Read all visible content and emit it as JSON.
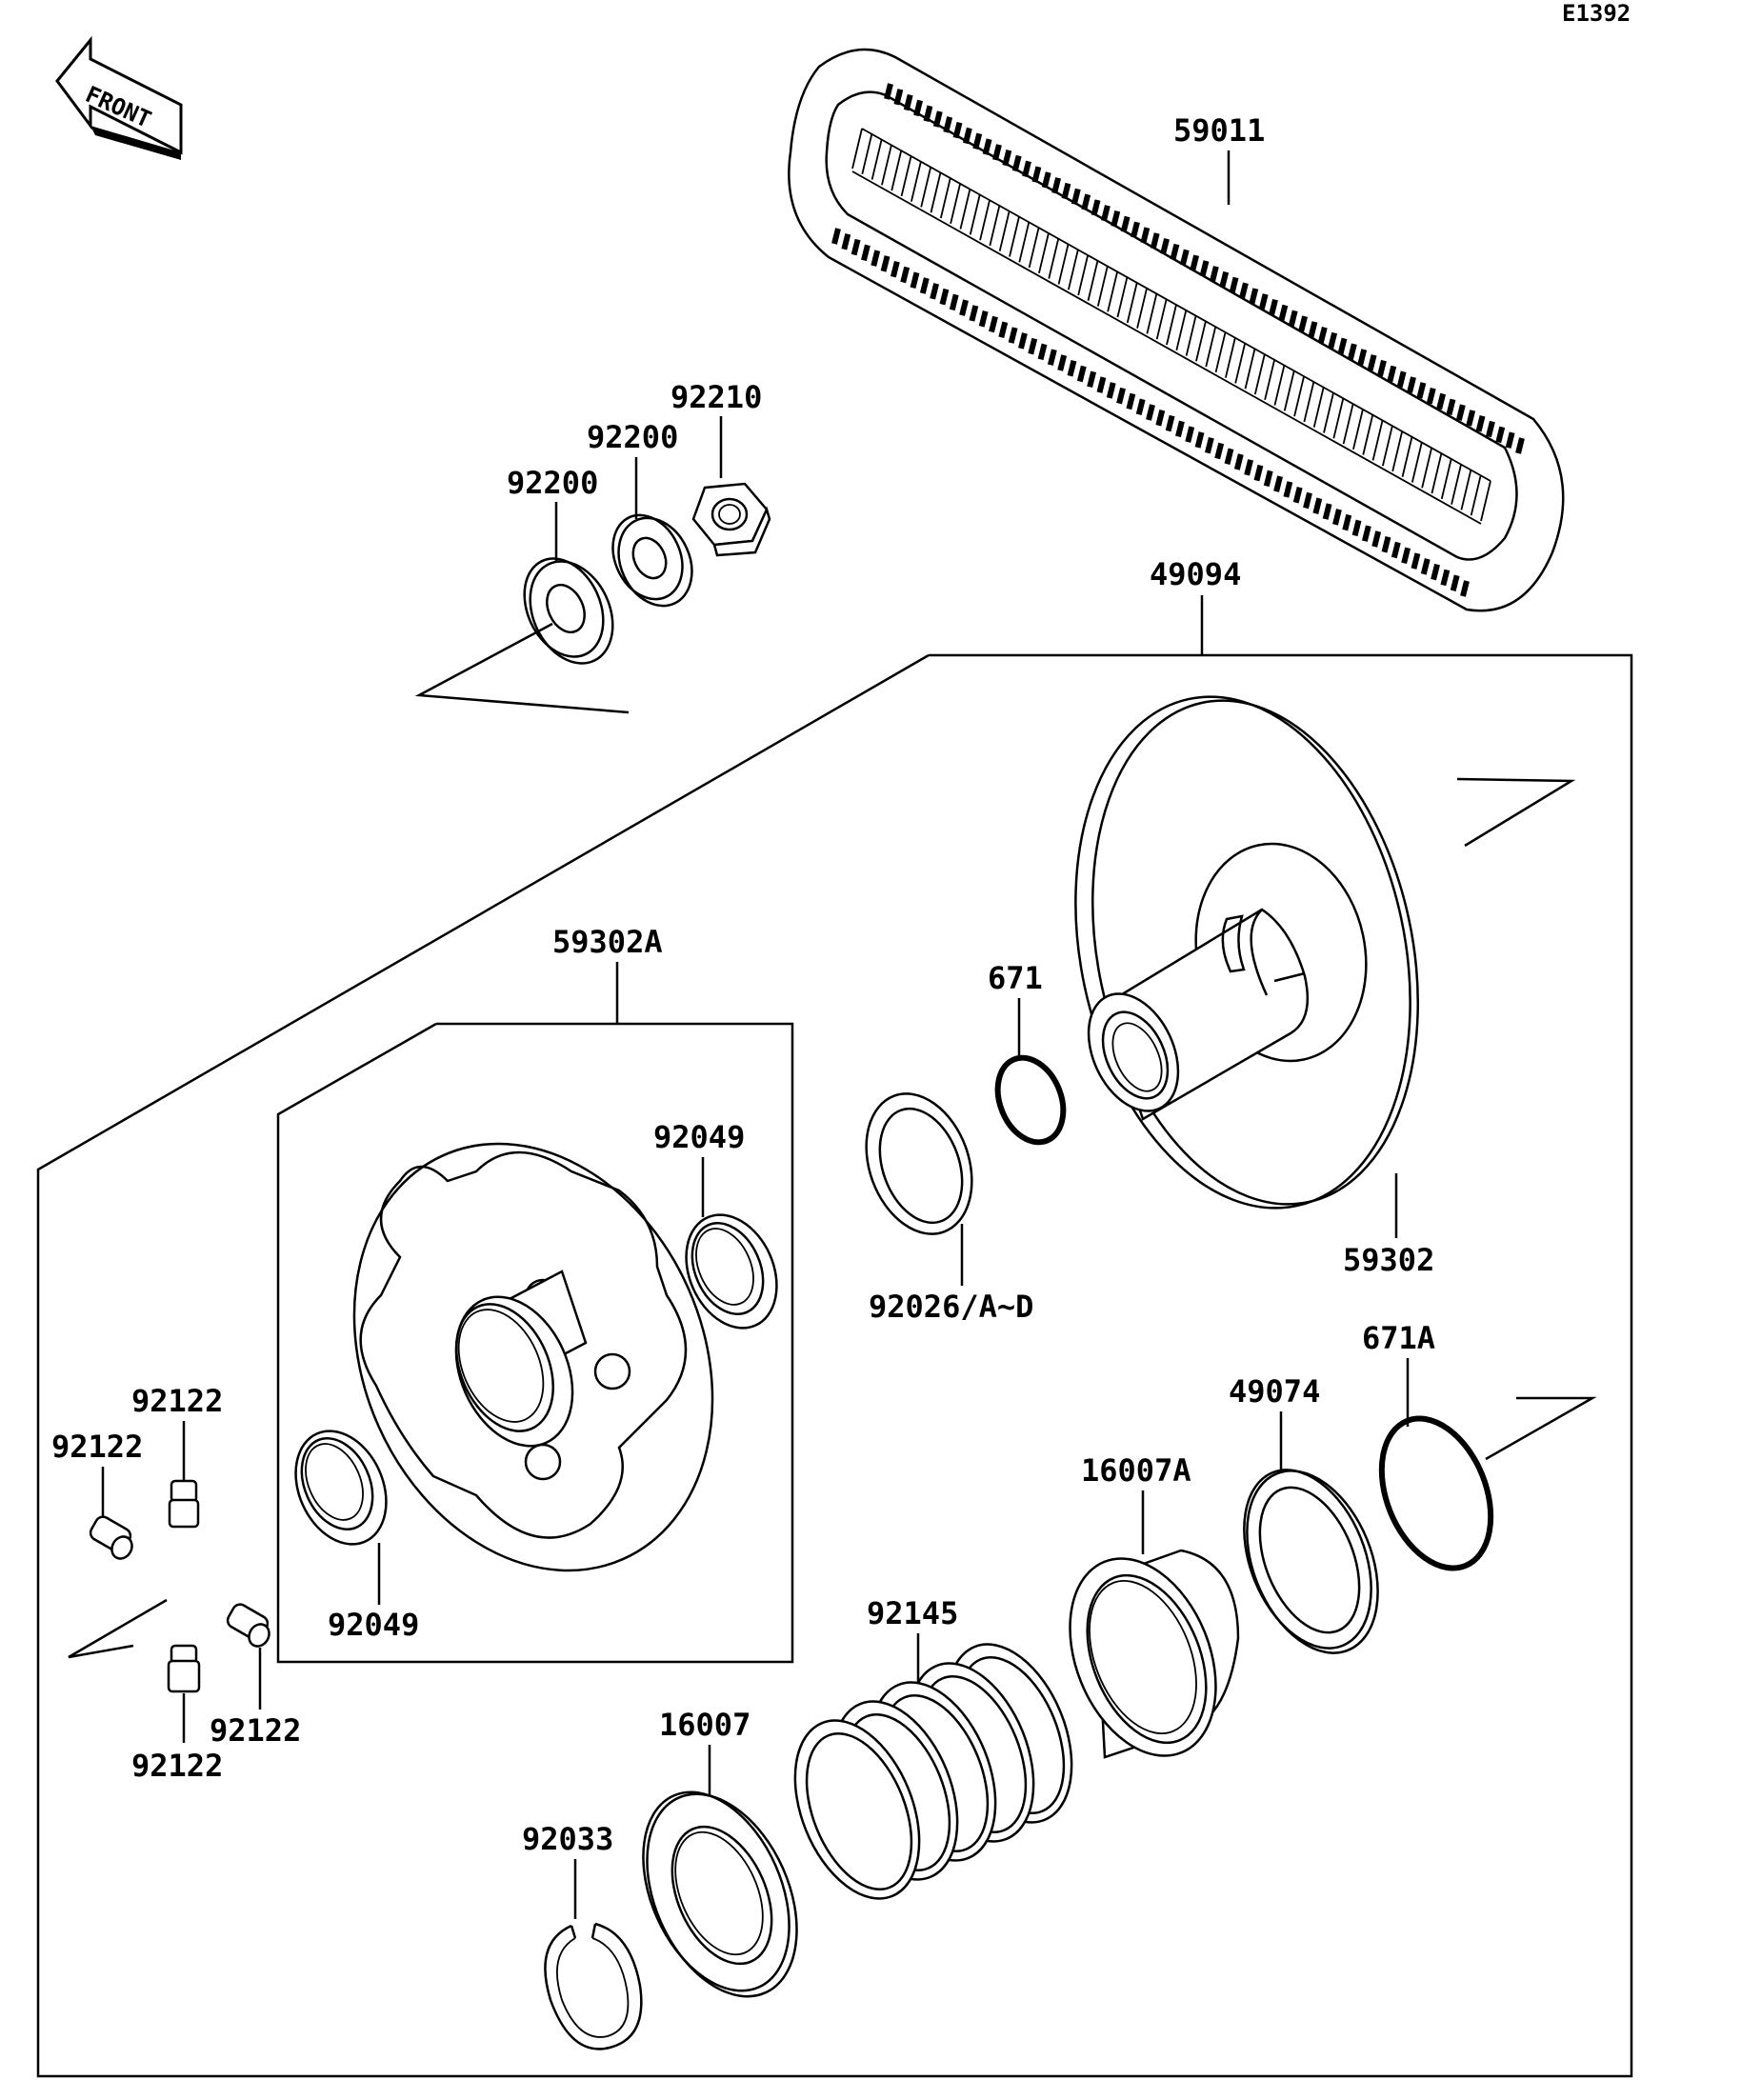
{
  "diagram_code": "E1392",
  "front_label": "FRONT",
  "parts": {
    "p59011": "59011",
    "p92210": "92210",
    "p92200a": "92200",
    "p92200b": "92200",
    "p49094": "49094",
    "p59302A": "59302A",
    "p671": "671",
    "p92049a": "92049",
    "p92049b": "92049",
    "p92026": "92026/A~D",
    "p59302": "59302",
    "p671A": "671A",
    "p49074": "49074",
    "p16007A": "16007A",
    "p92122a": "92122",
    "p92122b": "92122",
    "p92122c": "92122",
    "p92122d": "92122",
    "p92145": "92145",
    "p16007": "16007",
    "p92033": "92033"
  }
}
